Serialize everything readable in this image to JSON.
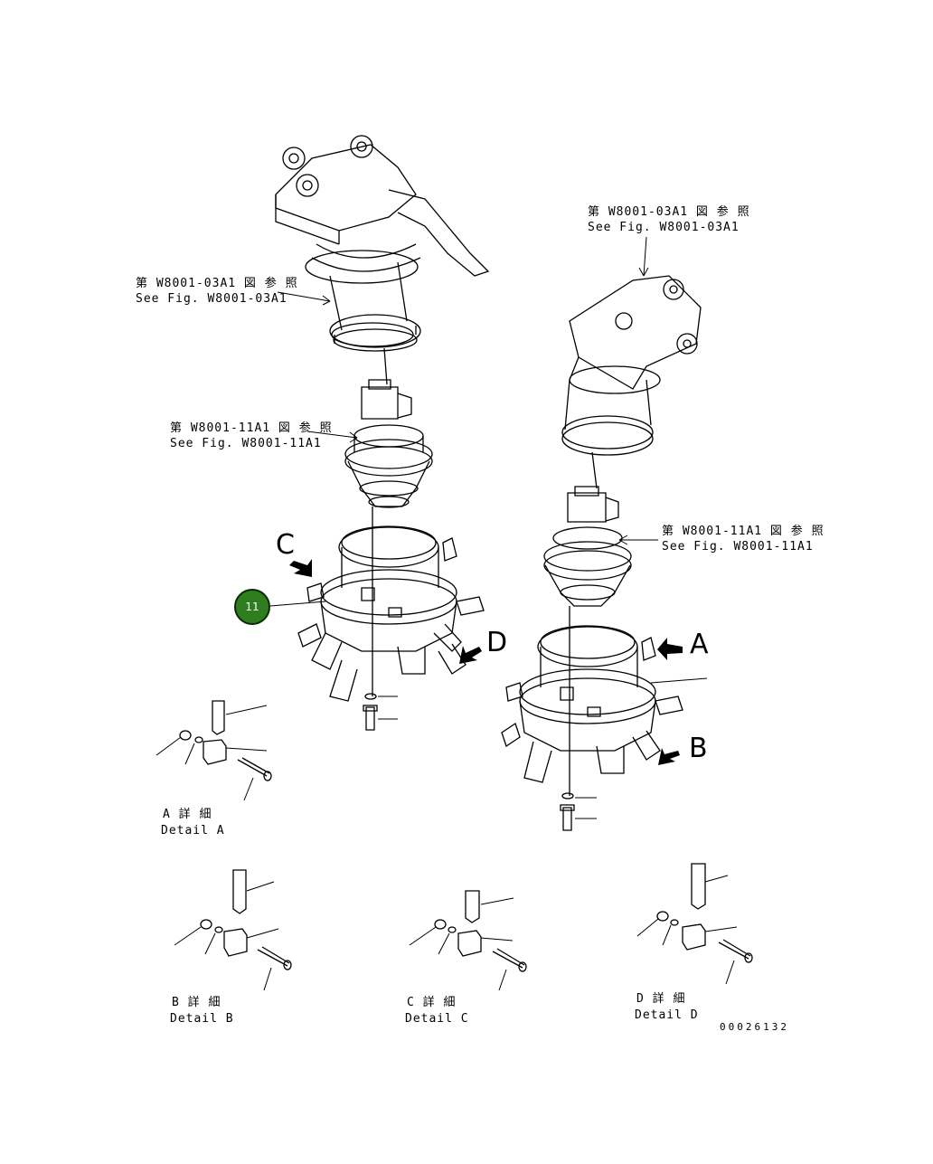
{
  "references": {
    "frame_left": {
      "jp": "第 W8001-03A1 図 参 照",
      "en": "See Fig. W8001-03A1"
    },
    "frame_right": {
      "jp": "第 W8001-03A1 図 参 照",
      "en": "See Fig. W8001-03A1"
    },
    "motor_left": {
      "jp": "第 W8001-11A1 図 参 照",
      "en": "See Fig. W8001-11A1"
    },
    "motor_right": {
      "jp": "第 W8001-11A1 図 参 照",
      "en": "See Fig. W8001-11A1"
    }
  },
  "view_arrows": {
    "a": "A",
    "b": "B",
    "c": "C",
    "d": "D"
  },
  "details": {
    "a": {
      "jp": "A 詳 細",
      "en": "Detail A"
    },
    "b": {
      "jp": "B 詳 細",
      "en": "Detail B"
    },
    "c": {
      "jp": "C 詳 細",
      "en": "Detail C"
    },
    "d": {
      "jp": "D 詳 細",
      "en": "Detail D"
    }
  },
  "callout": {
    "number": "11",
    "color": "#2e7d1f"
  },
  "drawing_number": "00026132"
}
